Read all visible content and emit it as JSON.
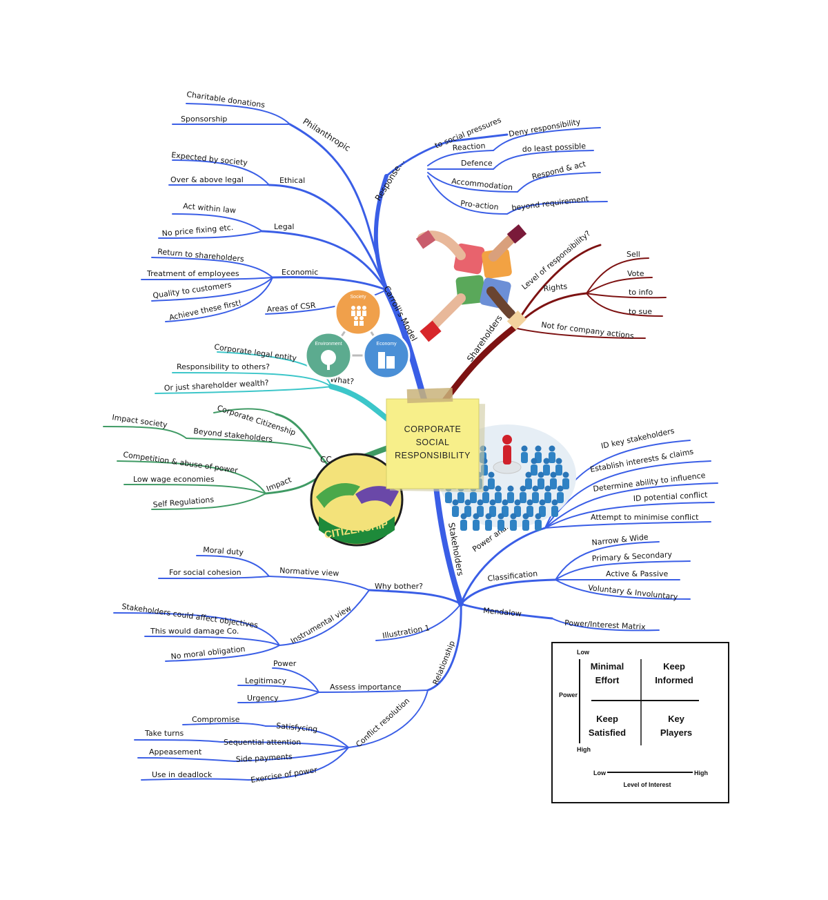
{
  "center": {
    "line1": "CORPORATE",
    "line2": "SOCIAL",
    "line3": "RESPONSIBILITY"
  },
  "carroll": {
    "label": "Carroll's Model",
    "philanthropic": {
      "label": "Philanthropic",
      "items": [
        "Charitable donations",
        "Sponsorship"
      ]
    },
    "ethical": {
      "label": "Ethical",
      "items": [
        "Expected by society",
        "Over & above legal"
      ]
    },
    "legal": {
      "label": "Legal",
      "items": [
        "Act within law",
        "No price fixing etc."
      ]
    },
    "economic": {
      "label": "Economic",
      "items": [
        "Return to shareholders",
        "Treatment of employees",
        "Quality to customers",
        "Achieve these first!"
      ]
    },
    "areas": "Areas of CSR"
  },
  "response": {
    "label": "Response...",
    "items": [
      "to social pressures",
      "Reaction",
      "Defence",
      "Accommodation",
      "Pro-action"
    ],
    "details": [
      "Deny responsibility",
      "do least possible",
      "Respond & act",
      "beyond requirement"
    ]
  },
  "shareholders": {
    "label": "Shareholders",
    "level": "Level of responsibility?",
    "rights": {
      "label": "Rights",
      "items": [
        "Sell",
        "Vote",
        "to info",
        "to sue"
      ]
    },
    "not_for": "Not for company actions"
  },
  "what": {
    "label": "What?",
    "items": [
      "Corporate legal entity",
      "Responsibility to others?",
      "Or just shareholder wealth?"
    ]
  },
  "cc": {
    "label": "CC",
    "citizenship": "Corporate Citizenship",
    "beyond": "Beyond stakeholders",
    "impact_society": "Impact society",
    "impact": {
      "label": "Impact",
      "items": [
        "Competition & abuse of power",
        "Low wage economies",
        "Self Regulations"
      ]
    }
  },
  "stakeholders": {
    "label": "Stakeholders",
    "power_analysis": {
      "label": "Power analysis",
      "items": [
        "ID key stakeholders",
        "Establish interests & claims",
        "Determine ability to influence",
        "ID potential conflict",
        "Attempt to minimise conflict"
      ]
    },
    "classification": {
      "label": "Classification",
      "items": [
        "Narrow & Wide",
        "Primary & Secondary",
        "Active & Passive",
        "Voluntary & Involuntary"
      ]
    },
    "mendalow": {
      "label": "Mendalow",
      "item": "Power/Interest Matrix"
    },
    "why_bother": {
      "label": "Why bother?",
      "normative": {
        "label": "Normative view",
        "items": [
          "Moral duty",
          "For social cohesion"
        ]
      },
      "instrumental": {
        "label": "Instrumental view",
        "items": [
          "Stakeholders could affect objectives",
          "This would damage Co.",
          "No moral obligation"
        ]
      }
    },
    "illustration": "Illustration 1",
    "relationship": {
      "label": "Relationship",
      "assess": {
        "label": "Assess importance",
        "items": [
          "Power",
          "Legitimacy",
          "Urgency"
        ]
      },
      "conflict": {
        "label": "Conflict resolution",
        "items": [
          "Satisfycing",
          "Sequential attention",
          "Side payments",
          "Exercise of power"
        ],
        "details": [
          "Compromise",
          "Take turns",
          "Appeasement",
          "Use in deadlock"
        ]
      }
    }
  },
  "images": {
    "venn": {
      "society": "Society",
      "environment": "Environment",
      "economy": "Economy"
    },
    "citizenship_badge": "CITIZENSHIP"
  },
  "matrix": {
    "low_top": "Low",
    "power": "Power",
    "high_left": "High",
    "cells": [
      "Minimal",
      "Effort",
      "Keep",
      "Informed",
      "Keep",
      "Satisfied",
      "Key",
      "Players"
    ],
    "low_bottom": "Low",
    "high_bottom": "High",
    "axis_label": "Level of Interest"
  },
  "colors": {
    "blue": "#3a5ee6",
    "teal": "#3cc6c9",
    "green": "#3f9a64",
    "red": "#7d1212",
    "note": "#f7ef8a"
  }
}
